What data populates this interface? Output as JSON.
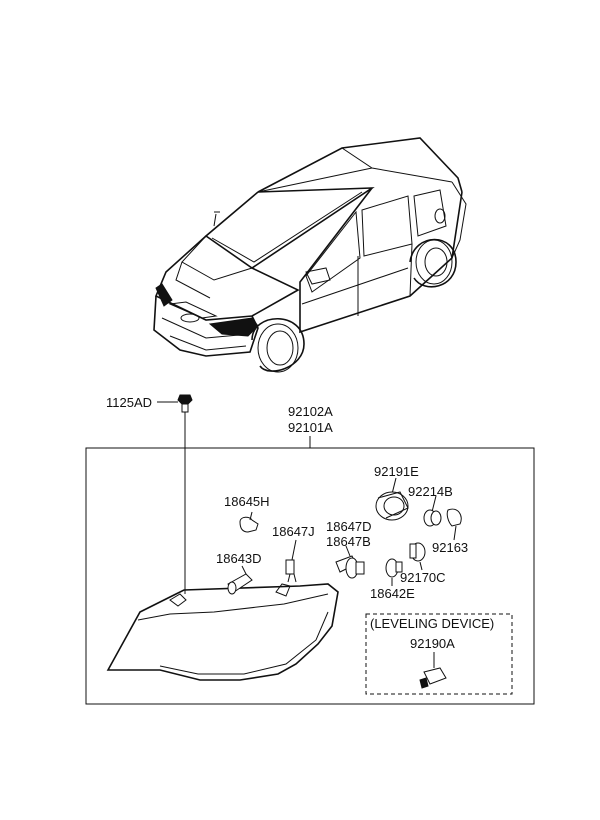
{
  "labels": {
    "bolt": "1125AD",
    "assembly_rh": "92102A",
    "assembly_lh": "92101A",
    "cap": "92191E",
    "socket_b": "92214B",
    "bulb_h": "18645H",
    "bulb_j": "18647J",
    "bulb_d1": "18647D",
    "bulb_b1": "18647B",
    "socket_163": "92163",
    "bulb_d2": "18643D",
    "socket_c": "92170C",
    "bulb_e": "18642E",
    "leveling_title": "(LEVELING DEVICE)",
    "leveling_part": "92190A"
  }
}
